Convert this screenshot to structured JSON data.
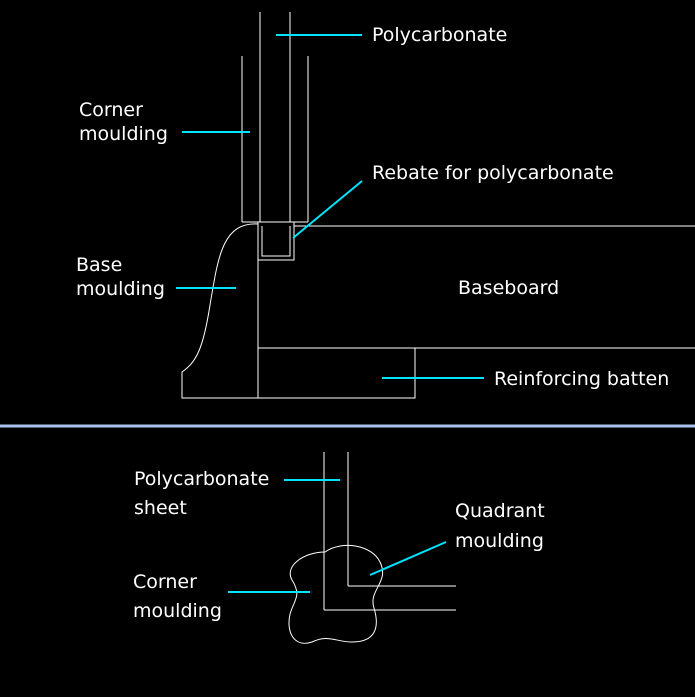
{
  "colors": {
    "background": "#000000",
    "line": "#ffffff",
    "leader": "#00e5ff",
    "divider": "#a8c4ea"
  },
  "top_view": {
    "polycarbonate": "Polycarbonate",
    "corner_moulding": [
      "Corner",
      "moulding"
    ],
    "rebate": "Rebate for polycarbonate",
    "base_moulding": [
      "Base",
      "moulding"
    ],
    "baseboard": "Baseboard",
    "reinforcing_batten": "Reinforcing batten"
  },
  "bottom_view": {
    "polycarbonate_sheet": [
      "Polycarbonate",
      "sheet"
    ],
    "quadrant_moulding": [
      "Quadrant",
      "moulding"
    ],
    "corner_moulding": [
      "Corner",
      "moulding"
    ]
  }
}
